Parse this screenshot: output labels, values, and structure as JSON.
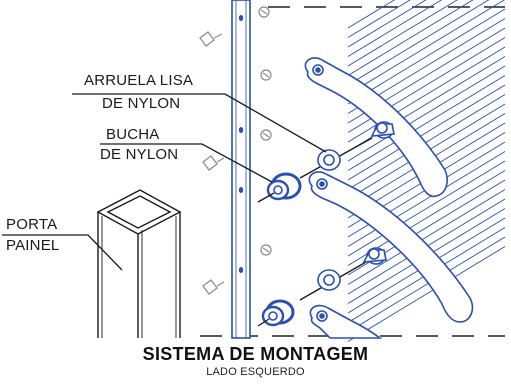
{
  "labels": {
    "washer_line1": "ARRUELA LISA",
    "washer_line2": "DE NYLON",
    "bushing_line1": "BUCHA",
    "bushing_line2": "DE NYLON",
    "post_line1": "PORTA",
    "post_line2": "PAINEL"
  },
  "title": "SISTEMA DE MONTAGEM",
  "subtitle": "LADO ESQUERDO",
  "colors": {
    "drawing_blue": "#2a4fb5",
    "ink": "#1a1a1a",
    "screw_gray": "#8a8a8a"
  }
}
